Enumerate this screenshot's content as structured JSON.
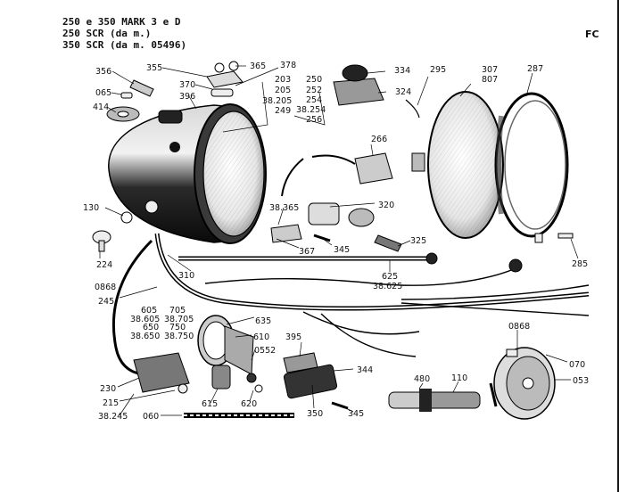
{
  "header": {
    "line1": "250 e 350 MARK 3 e D",
    "line2": "250 SCR (da m.)",
    "line3": "350 SCR (da m. 05496)",
    "code": "FC"
  },
  "parts": [
    {
      "id": "356",
      "text": "356"
    },
    {
      "id": "355",
      "text": "355"
    },
    {
      "id": "365",
      "text": "365"
    },
    {
      "id": "378",
      "text": "378"
    },
    {
      "id": "370",
      "text": "370"
    },
    {
      "id": "396",
      "text": "396"
    },
    {
      "id": "065",
      "text": "065"
    },
    {
      "id": "414",
      "text": "414"
    },
    {
      "id": "g203a",
      "text": "203"
    },
    {
      "id": "g205",
      "text": "205"
    },
    {
      "id": "g38205",
      "text": "38.205"
    },
    {
      "id": "g249",
      "text": "249"
    },
    {
      "id": "g250",
      "text": "250"
    },
    {
      "id": "g252",
      "text": "252"
    },
    {
      "id": "g254",
      "text": "254"
    },
    {
      "id": "g38254",
      "text": "38.254"
    },
    {
      "id": "g256",
      "text": "256"
    },
    {
      "id": "334",
      "text": "334"
    },
    {
      "id": "324",
      "text": "324"
    },
    {
      "id": "295",
      "text": "295"
    },
    {
      "id": "307",
      "text": "307"
    },
    {
      "id": "807",
      "text": "807"
    },
    {
      "id": "287",
      "text": "287"
    },
    {
      "id": "266",
      "text": "266"
    },
    {
      "id": "130",
      "text": "130"
    },
    {
      "id": "38365",
      "text": "38.365"
    },
    {
      "id": "320",
      "text": "320"
    },
    {
      "id": "224",
      "text": "224"
    },
    {
      "id": "367",
      "text": "367"
    },
    {
      "id": "345a",
      "text": "345"
    },
    {
      "id": "325",
      "text": "325"
    },
    {
      "id": "285",
      "text": "285"
    },
    {
      "id": "310",
      "text": "310"
    },
    {
      "id": "625",
      "text": "625"
    },
    {
      "id": "38625",
      "text": "38.625"
    },
    {
      "id": "0868a",
      "text": "0868"
    },
    {
      "id": "245",
      "text": "245"
    },
    {
      "id": "605",
      "text": "605"
    },
    {
      "id": "705",
      "text": "705"
    },
    {
      "id": "38605",
      "text": "38.605"
    },
    {
      "id": "38705",
      "text": "38.705"
    },
    {
      "id": "650",
      "text": "650"
    },
    {
      "id": "750",
      "text": "750"
    },
    {
      "id": "38650",
      "text": "38.650"
    },
    {
      "id": "38750",
      "text": "38.750"
    },
    {
      "id": "635",
      "text": "635"
    },
    {
      "id": "610",
      "text": "610"
    },
    {
      "id": "0552",
      "text": "0552"
    },
    {
      "id": "395",
      "text": "395"
    },
    {
      "id": "0868b",
      "text": "0868"
    },
    {
      "id": "070",
      "text": "070"
    },
    {
      "id": "344",
      "text": "344"
    },
    {
      "id": "230",
      "text": "230"
    },
    {
      "id": "215",
      "text": "215"
    },
    {
      "id": "615",
      "text": "615"
    },
    {
      "id": "620",
      "text": "620"
    },
    {
      "id": "480",
      "text": "480"
    },
    {
      "id": "110",
      "text": "110"
    },
    {
      "id": "053",
      "text": "053"
    },
    {
      "id": "38245",
      "text": "38.245"
    },
    {
      "id": "060",
      "text": "060"
    },
    {
      "id": "350",
      "text": "350"
    },
    {
      "id": "345b",
      "text": "345"
    }
  ]
}
